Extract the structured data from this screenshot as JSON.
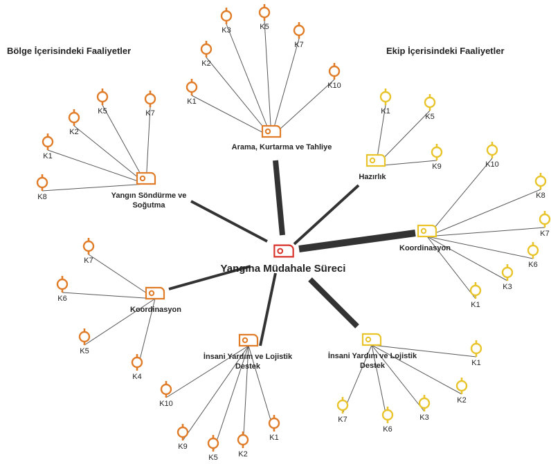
{
  "colors": {
    "orange": "#E07B28",
    "yellow": "#E8C42A",
    "center": "#D9342B",
    "thin_line": "#555555",
    "thick_line": "#333333"
  },
  "left_title": "Bölge İçerisindeki Faaliyetler",
  "right_title": "Ekip İçerisindeki Faaliyetler",
  "center_label": "Yangına Müdahale Süreci",
  "hubs": {
    "arama": {
      "label_lines": [
        "Arama, Kurtarma ve Tahliye"
      ],
      "leaves": [
        "K1",
        "K2",
        "K3",
        "K5",
        "K7",
        "K10"
      ]
    },
    "sondurme": {
      "label_lines": [
        "Yangın Söndürme ve",
        "Soğutma"
      ],
      "leaves": [
        "K1",
        "K2",
        "K5",
        "K7",
        "K8"
      ]
    },
    "koordinasyon_left": {
      "label_lines": [
        "Koordinasyon"
      ],
      "leaves": [
        "K7",
        "K6",
        "K5",
        "K4"
      ]
    },
    "insani_left": {
      "label_lines": [
        "İnsani Yardım ve Lojistik",
        "Destek"
      ],
      "leaves": [
        "K10",
        "K9",
        "K5",
        "K2",
        "K1"
      ]
    },
    "hazirlik": {
      "label_lines": [
        "Hazırlık"
      ],
      "leaves": [
        "K1",
        "K5",
        "K9"
      ]
    },
    "koordinasyon_right": {
      "label_lines": [
        "Koordinasyon"
      ],
      "leaves": [
        "K10",
        "K8",
        "K7",
        "K6",
        "K3",
        "K1"
      ]
    },
    "insani_right": {
      "label_lines": [
        "İnsani Yardım ve Lojistik",
        "Destek"
      ],
      "leaves": [
        "K1",
        "K2",
        "K3",
        "K6",
        "K7"
      ]
    }
  }
}
